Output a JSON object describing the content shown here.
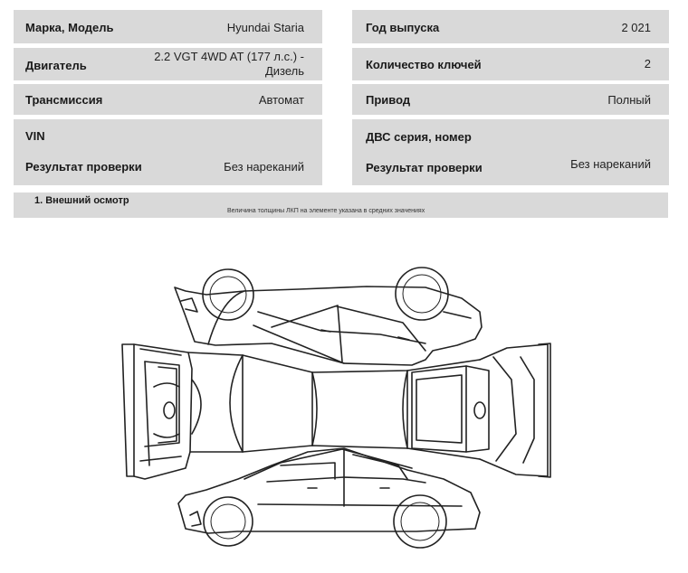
{
  "left_table": {
    "model_label": "Марка, Модель",
    "model_value": "Hyundai Staria",
    "engine_label": "Двигатель",
    "engine_value_line1": "2.2 VGT 4WD AT (177 л.с.) -",
    "engine_value_line2": "Дизель",
    "transmission_label": "Трансмиссия",
    "transmission_value": "Автомат",
    "vin_label": "VIN",
    "check_label": "Результат проверки",
    "check_value": "Без нареканий"
  },
  "right_table": {
    "year_label": "Год выпуска",
    "year_value": "2 021",
    "keys_label": "Количество ключей",
    "keys_value": "2",
    "drive_label": "Привод",
    "drive_value": "Полный",
    "engine_serial_label": "ДВС серия, номер",
    "check_label": "Результат проверки",
    "check_value": "Без нареканий"
  },
  "section": {
    "title": "1. Внешний осмотр",
    "note": "Величина толщины ЛКП на элементе указана в средних значениях"
  }
}
